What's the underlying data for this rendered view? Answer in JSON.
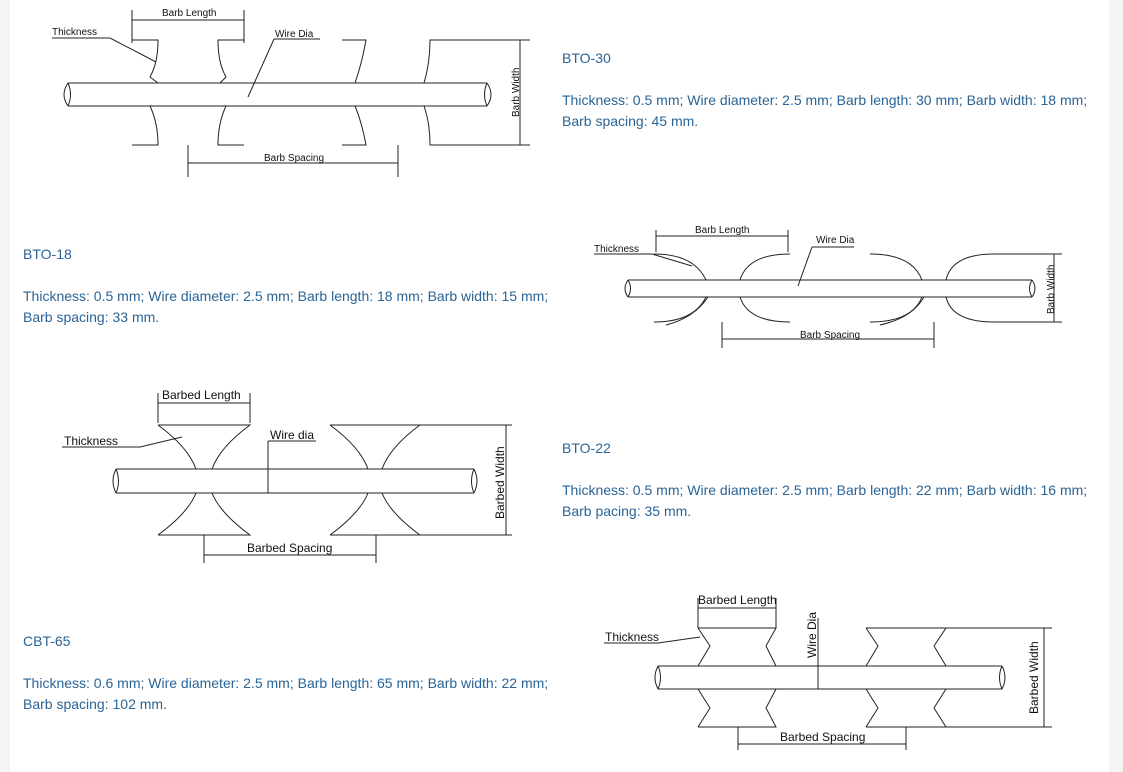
{
  "items": [
    {
      "code": "BTO-30",
      "description": "Thickness: 0.5 mm; Wire diameter: 2.5 mm; Barb length: 30 mm; Barb width: 18 mm; Barb spacing: 45 mm.",
      "labels": {
        "length": "Barb Length",
        "thickness": "Thickness",
        "wire": "Wire Dia",
        "spacing": "Barb Spacing",
        "width": "Barb Width"
      }
    },
    {
      "code": "BTO-18",
      "description": "Thickness: 0.5 mm; Wire diameter: 2.5 mm; Barb length: 18 mm; Barb width: 15 mm; Barb spacing: 33 mm.",
      "labels": {
        "length": "Barb Length",
        "thickness": "Thickness",
        "wire": "Wire Dia",
        "spacing": "Barb Spacing",
        "width": "Barb Width"
      }
    },
    {
      "code": "BTO-22",
      "description": "Thickness: 0.5 mm; Wire diameter: 2.5 mm; Barb length: 22 mm; Barb width: 16 mm; Barb pacing: 35 mm.",
      "labels": {
        "length": "Barbed Length",
        "thickness": "Thickness",
        "wire": "Wire dia",
        "spacing": "Barbed Spacing",
        "width": "Barbed Width"
      }
    },
    {
      "code": "CBT-65",
      "description": "Thickness: 0.6 mm; Wire diameter: 2.5 mm; Barb length: 65 mm; Barb width: 22 mm; Barb spacing: 102 mm.",
      "labels": {
        "length": "Barbed Length",
        "thickness": "Thickness",
        "wire": "Wire Dia",
        "spacing": "Barbed Spacing",
        "width": "Barbed Width"
      }
    }
  ],
  "colors": {
    "link_text": "#2a6496",
    "line": "#222222"
  }
}
